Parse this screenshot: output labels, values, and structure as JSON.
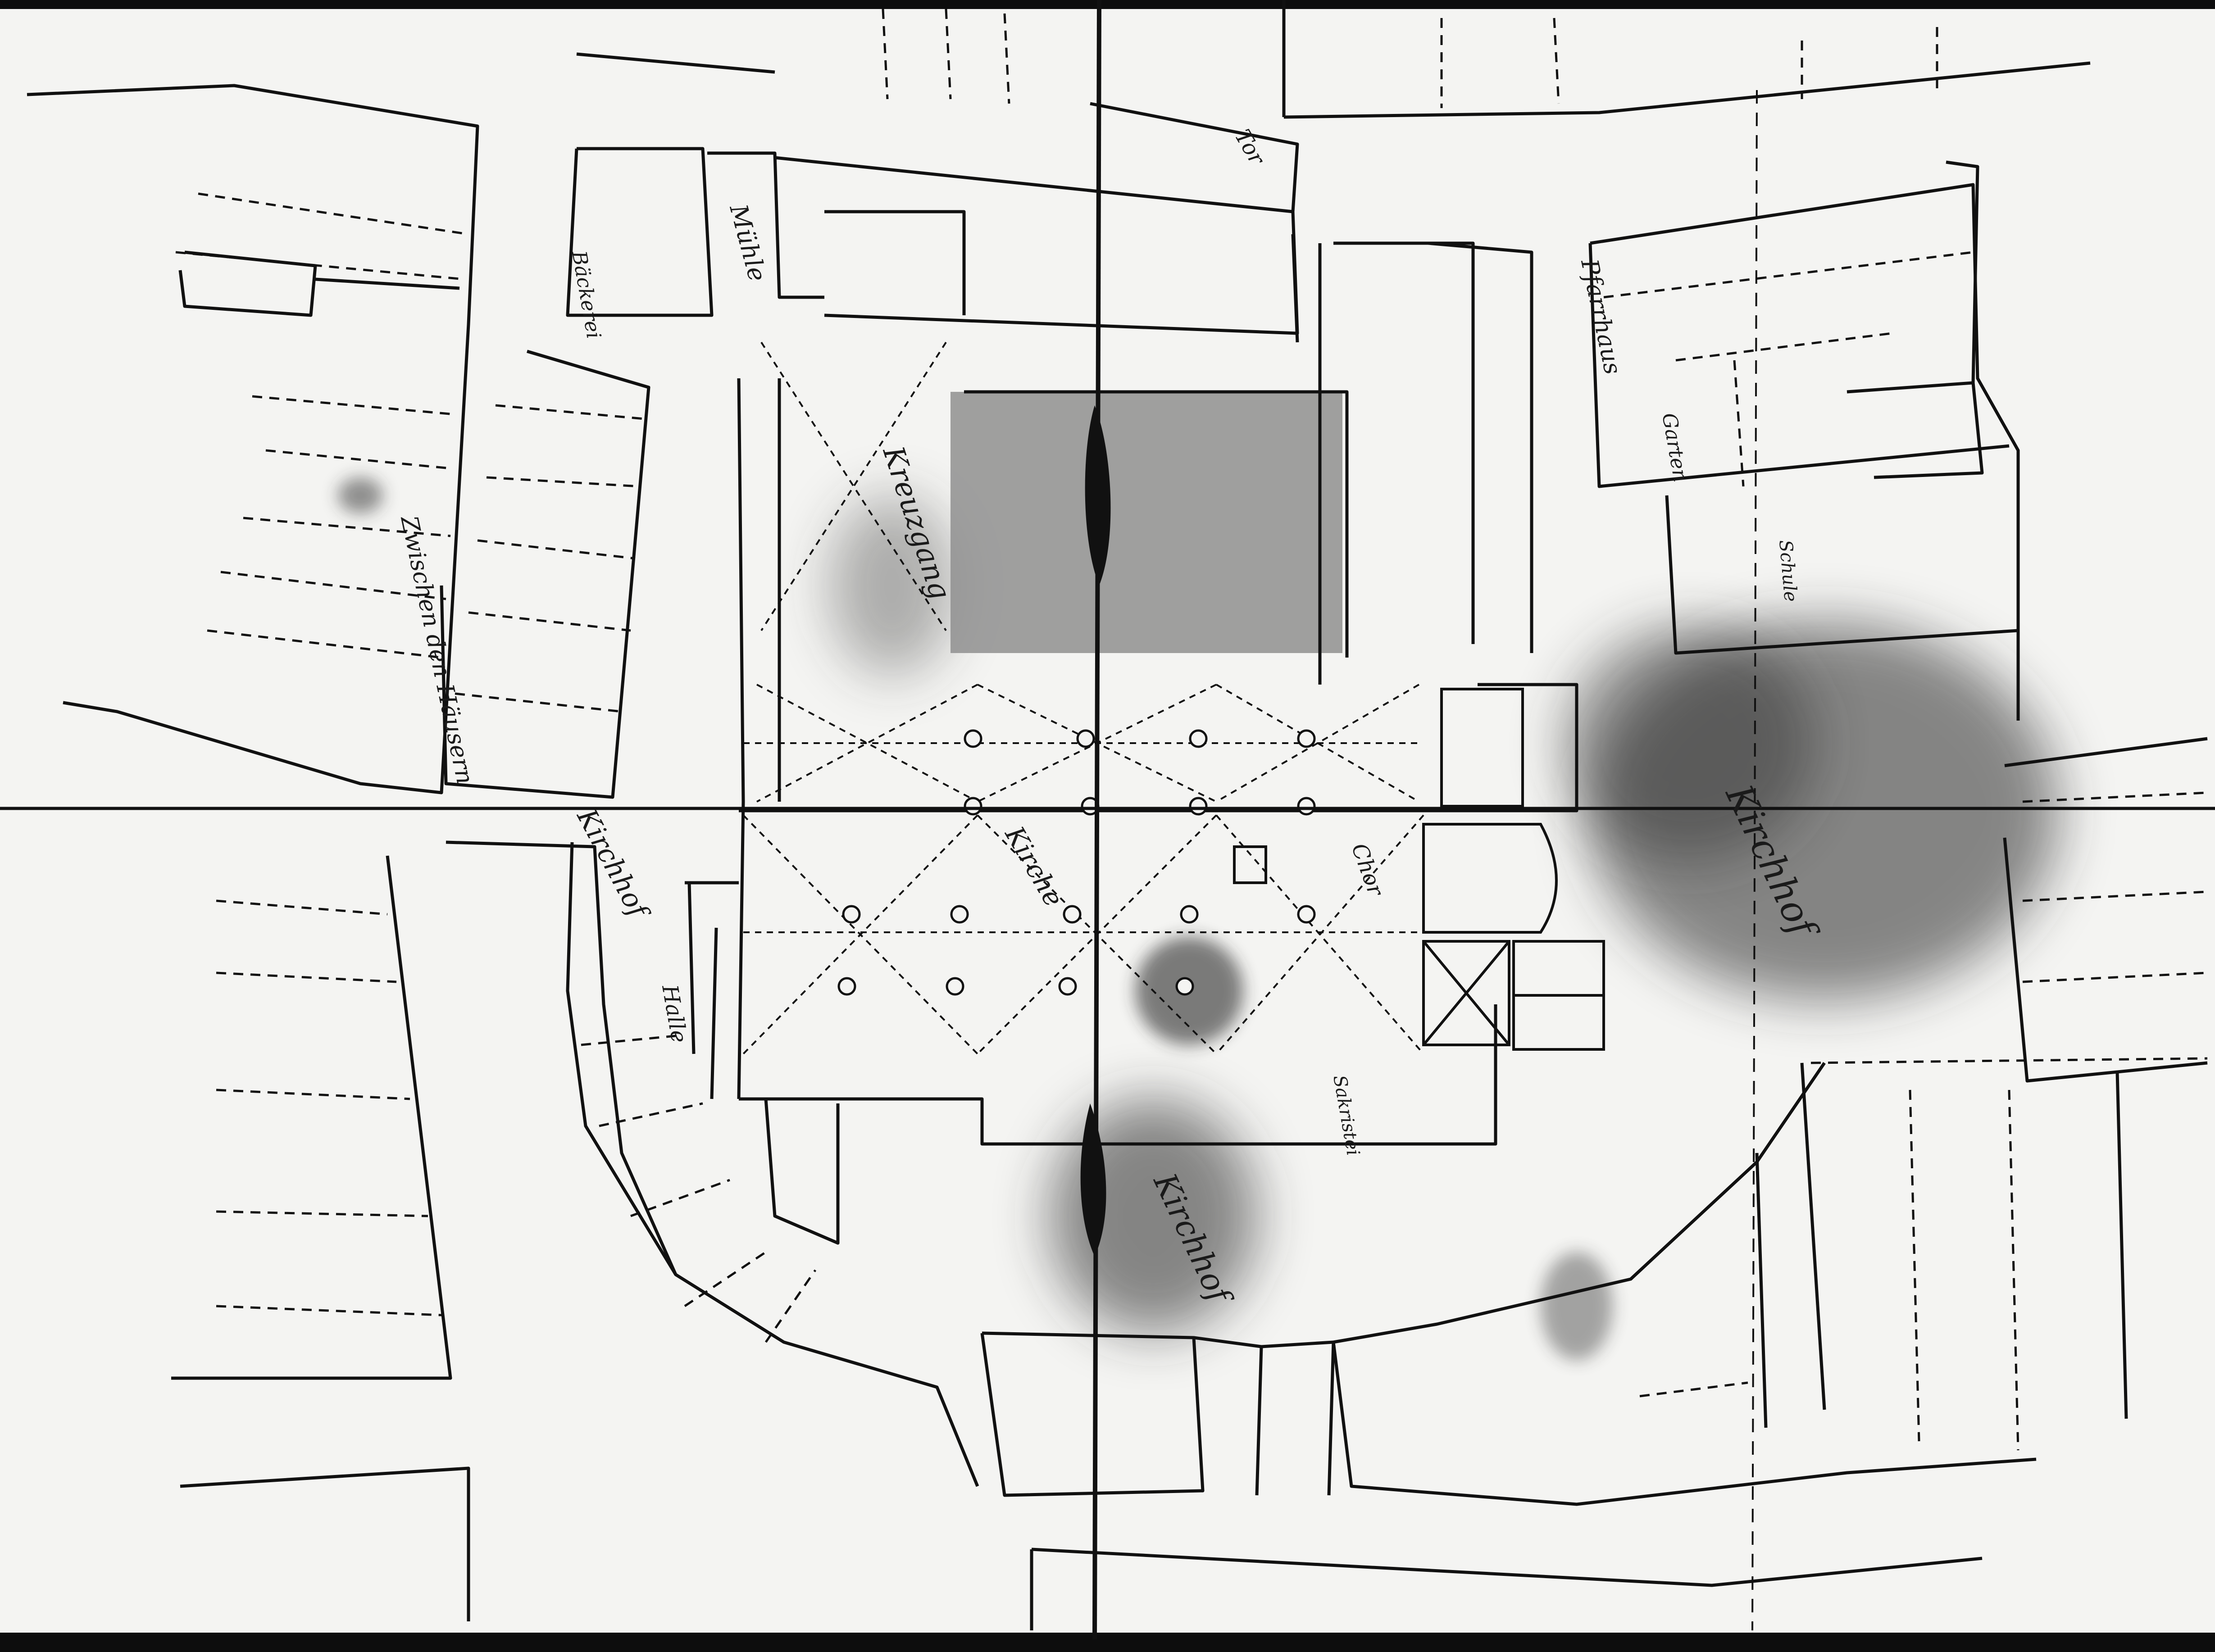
{
  "plan": {
    "kind": "cadastral-site-plan",
    "mode": "black-and-white-photograph",
    "ink_color": "#111111",
    "paper_color": "#f4f4f2",
    "frame_color": "#0d0d0d",
    "stain_color": "#2b2b2b"
  },
  "labels": {
    "north_cloister": "Kreuzgang",
    "east_square": "Kirchhof",
    "south_square": "Kirchhof",
    "church_nave": "Kirche",
    "choir": "Chor",
    "west_street": "Kirchhof",
    "bakery": "Bäckerei",
    "mill": "Mühle",
    "school": "Schule",
    "pastor_house": "Pfarrhaus",
    "sacristy": "Sakristei",
    "hall": "Halle",
    "west_lane": "Zwischen den Häusern",
    "north_gate": "Tor",
    "north_garden": "Garten"
  }
}
